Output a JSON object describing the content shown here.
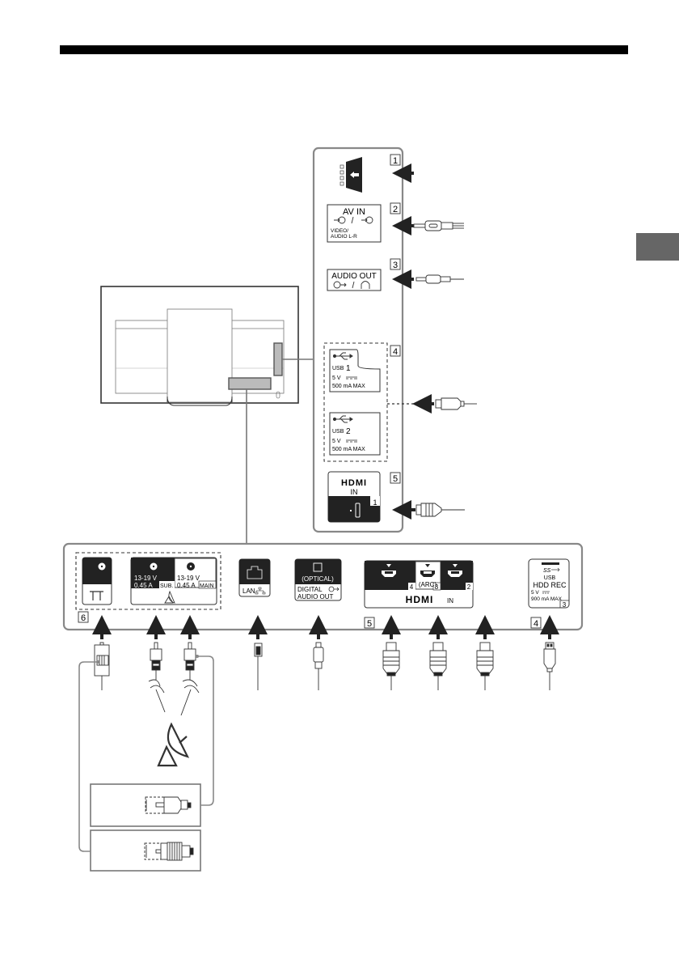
{
  "header": {
    "bar": "section-header-bar"
  },
  "side_tab": {
    "color": "#666666"
  },
  "side_panel": {
    "callouts": [
      {
        "number": "1",
        "label": "headphone/side-panel indicator",
        "icon": "input-arrow-icon"
      },
      {
        "number": "2",
        "title": "AV IN",
        "symbols": "⊕ / ⊕",
        "sub1": "VIDEO/",
        "sub2": "AUDIO L-R"
      },
      {
        "number": "3",
        "title": "AUDIO OUT",
        "symbols": "⊖→ / ♫"
      },
      {
        "number": "4"
      },
      {
        "number": "5"
      }
    ],
    "usb1": {
      "name": "USB",
      "index": "1",
      "voltage": "5 V",
      "current": "500 mA MAX"
    },
    "usb2": {
      "name": "USB",
      "index": "2",
      "voltage": "5 V",
      "current": "500 mA MAX"
    },
    "hdmi1": {
      "logo": "HDMI",
      "label": "IN",
      "index": "1"
    }
  },
  "bottom_panel": {
    "antenna_number": "6",
    "satellite": {
      "sub": {
        "voltage": "13-19 V",
        "current": "0.45 A",
        "tag": "SUB."
      },
      "main": {
        "voltage": "13-19 V",
        "current": "0.45 A",
        "tag": "MAIN"
      }
    },
    "lan": {
      "label": "LAN"
    },
    "optical": {
      "tag": "(OPTICAL)",
      "line1": "DIGITAL",
      "line2": "AUDIO OUT"
    },
    "hdmi": {
      "number": "5",
      "ports": [
        {
          "index": "4",
          "tag": ""
        },
        {
          "index": "3",
          "tag": "(ARC)"
        },
        {
          "index": "2",
          "tag": ""
        }
      ],
      "logo": "HDMI",
      "label": "IN"
    },
    "usb3": {
      "number": "4",
      "logo": "SS",
      "name": "USB",
      "title": "HDD REC",
      "voltage": "5 V",
      "current": "900 mA MAX",
      "index": "3"
    }
  }
}
